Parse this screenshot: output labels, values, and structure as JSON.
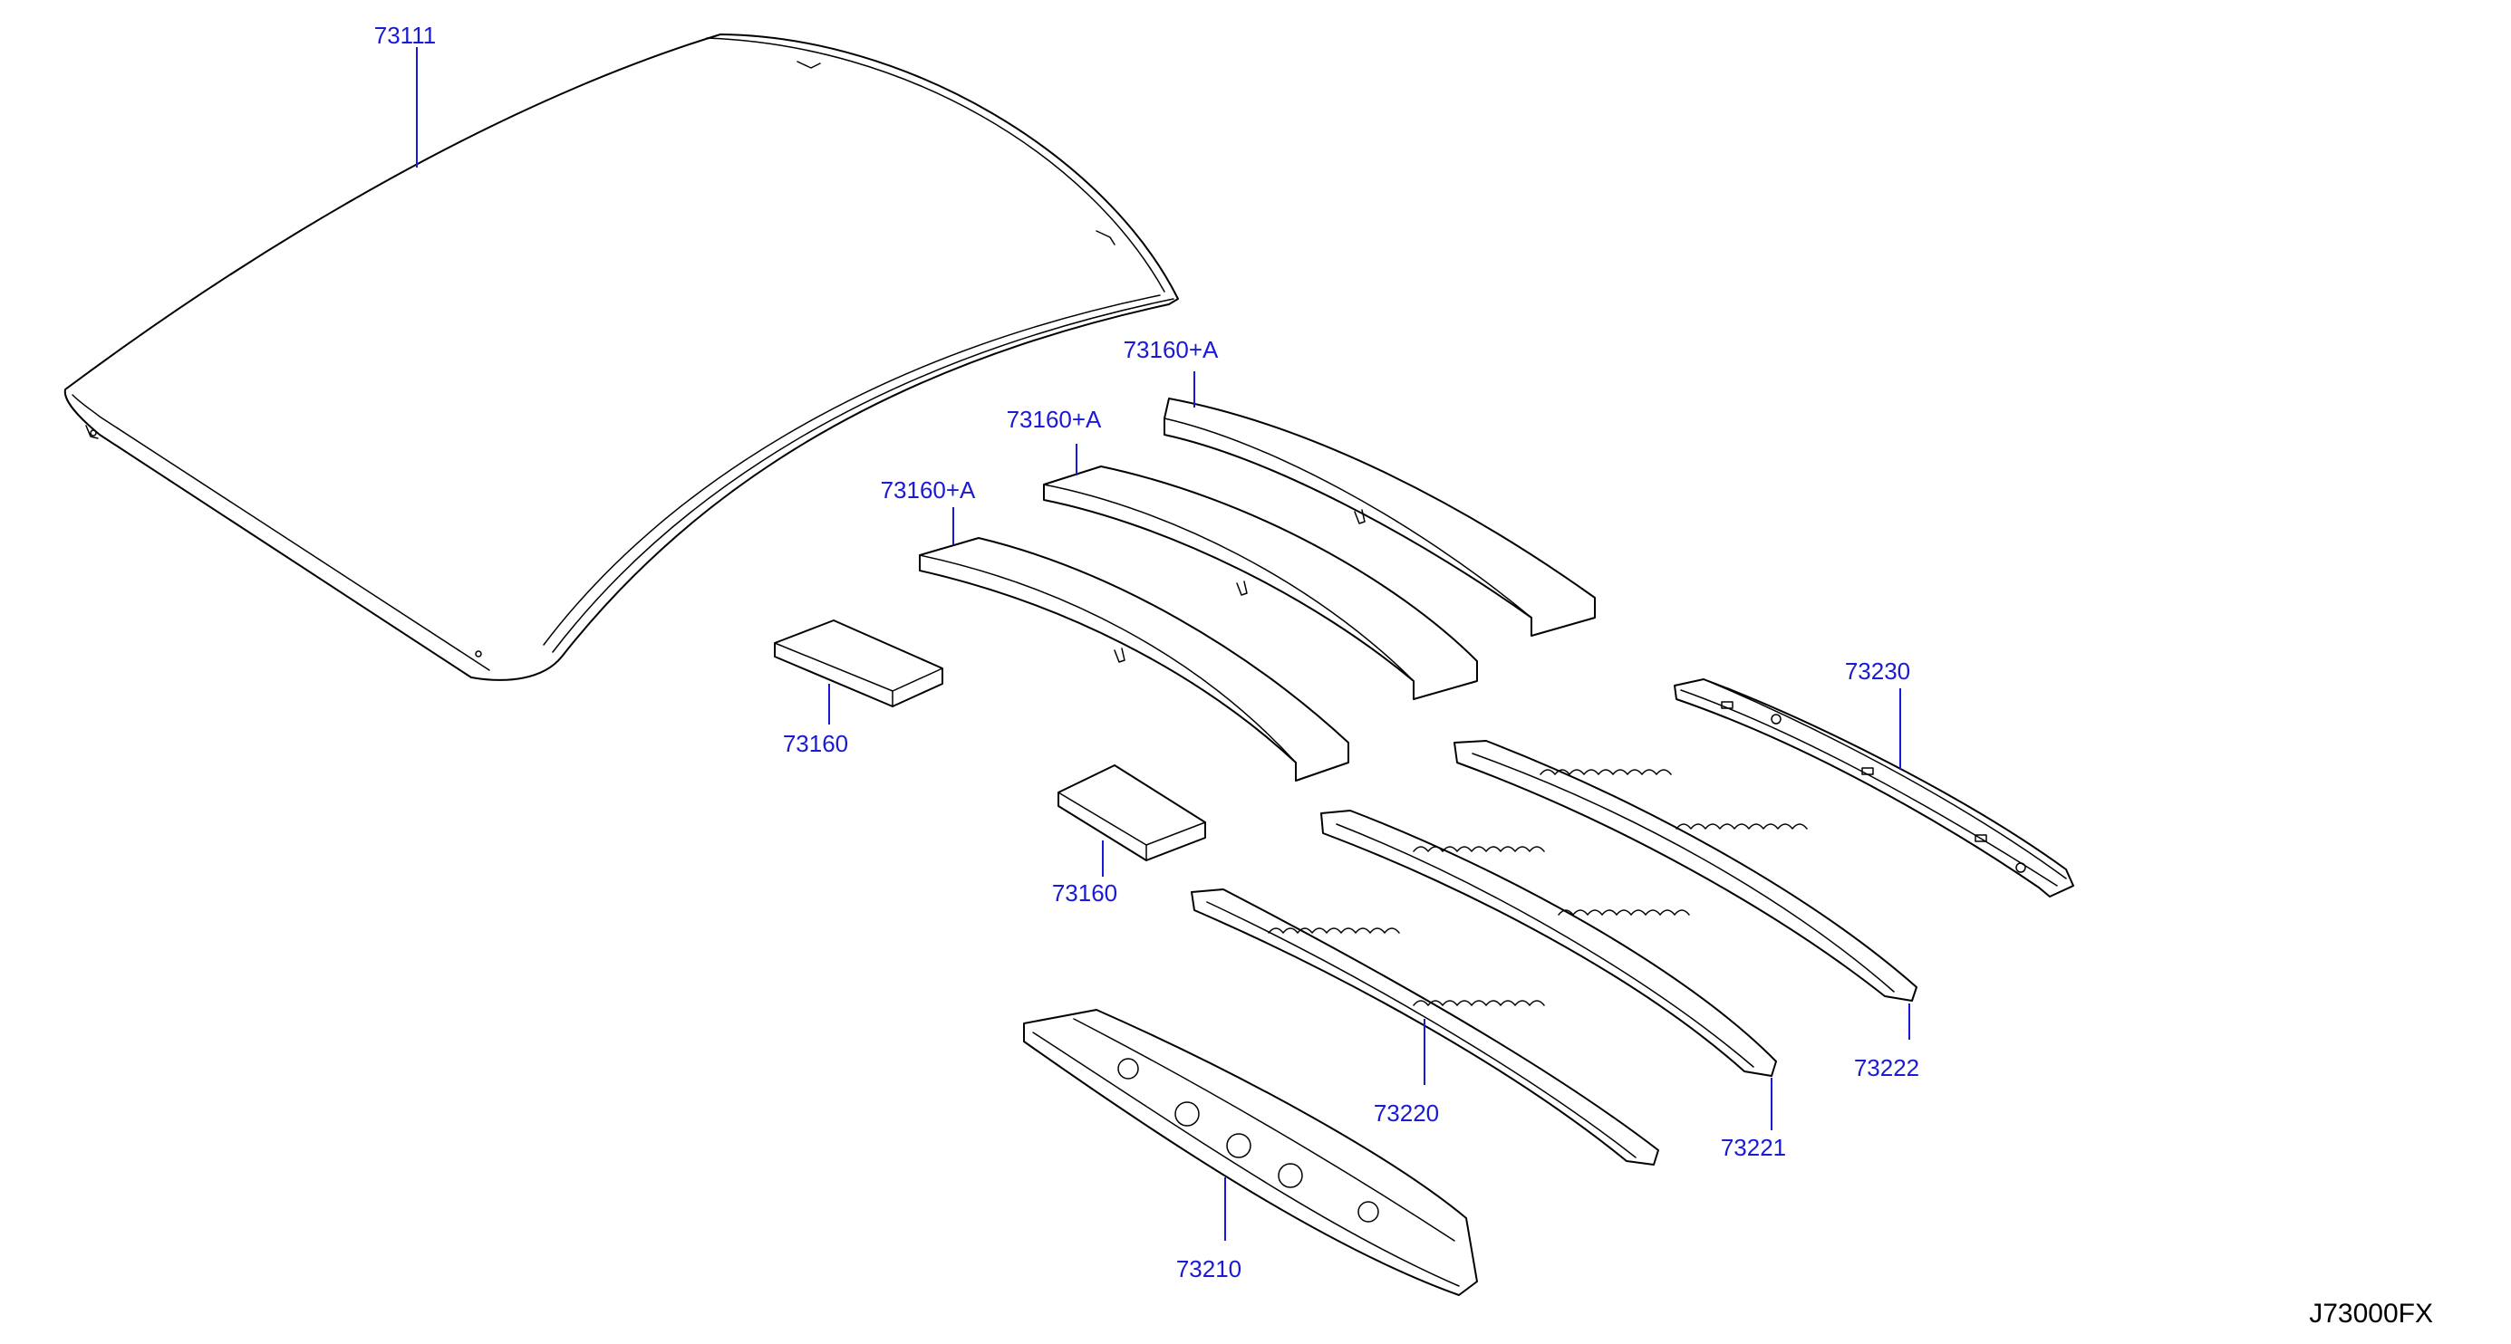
{
  "diagram": {
    "drawing_code": "J73000FX",
    "callouts": {
      "roof_panel": "73111",
      "pad_rear_a": "73160+A",
      "pad_mid_a": "73160+A",
      "pad_front_a": "73160+A",
      "pad_small_1": "73160",
      "pad_small_2": "73160",
      "rear_rail": "73230",
      "bow_3": "73222",
      "bow_2": "73221",
      "bow_1": "73220",
      "front_rail": "73210"
    }
  }
}
